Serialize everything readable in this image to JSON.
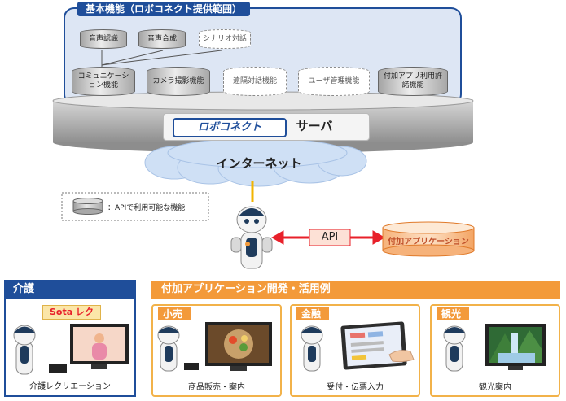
{
  "basic_functions": {
    "title": "基本機能（ロボコネクト提供範囲）",
    "api_row_top": [
      {
        "label": "音声認識",
        "style": "solid"
      },
      {
        "label": "音声合成",
        "style": "solid"
      },
      {
        "label": "シナリオ対話",
        "style": "dashed"
      }
    ],
    "api_row_bottom": [
      {
        "label": "コミュニケーション機能",
        "style": "solid"
      },
      {
        "label": "カメラ撮影機能",
        "style": "solid"
      },
      {
        "label": "遠隔対話機能",
        "style": "dashed"
      },
      {
        "label": "ユーザ管理機能",
        "style": "dashed"
      },
      {
        "label": "付加アプリ利用許諾機能",
        "style": "solid"
      }
    ]
  },
  "server": {
    "logo_text": "ロボコネクト",
    "label": "サーバ"
  },
  "internet_label": "インターネット",
  "legend_text": "：APIで利用可能な機能",
  "api_label": "API",
  "addon_app_label": "付加アプリケーション",
  "kaigo": {
    "header": "介護",
    "badge": "Sota レク",
    "caption": "介護レクリエーション"
  },
  "examples": {
    "header": "付加アプリケーション開発・活用例",
    "panels": [
      {
        "title": "小売",
        "caption": "商品販売・案内"
      },
      {
        "title": "金融",
        "caption": "受付・伝票入力"
      },
      {
        "title": "観光",
        "caption": "観光案内"
      }
    ]
  },
  "colors": {
    "brand_blue": "#1f4e9a",
    "accent_orange": "#f39a3a",
    "api_arrow_red": "#e8202a",
    "cloud_blue": "#cfe0f5"
  }
}
